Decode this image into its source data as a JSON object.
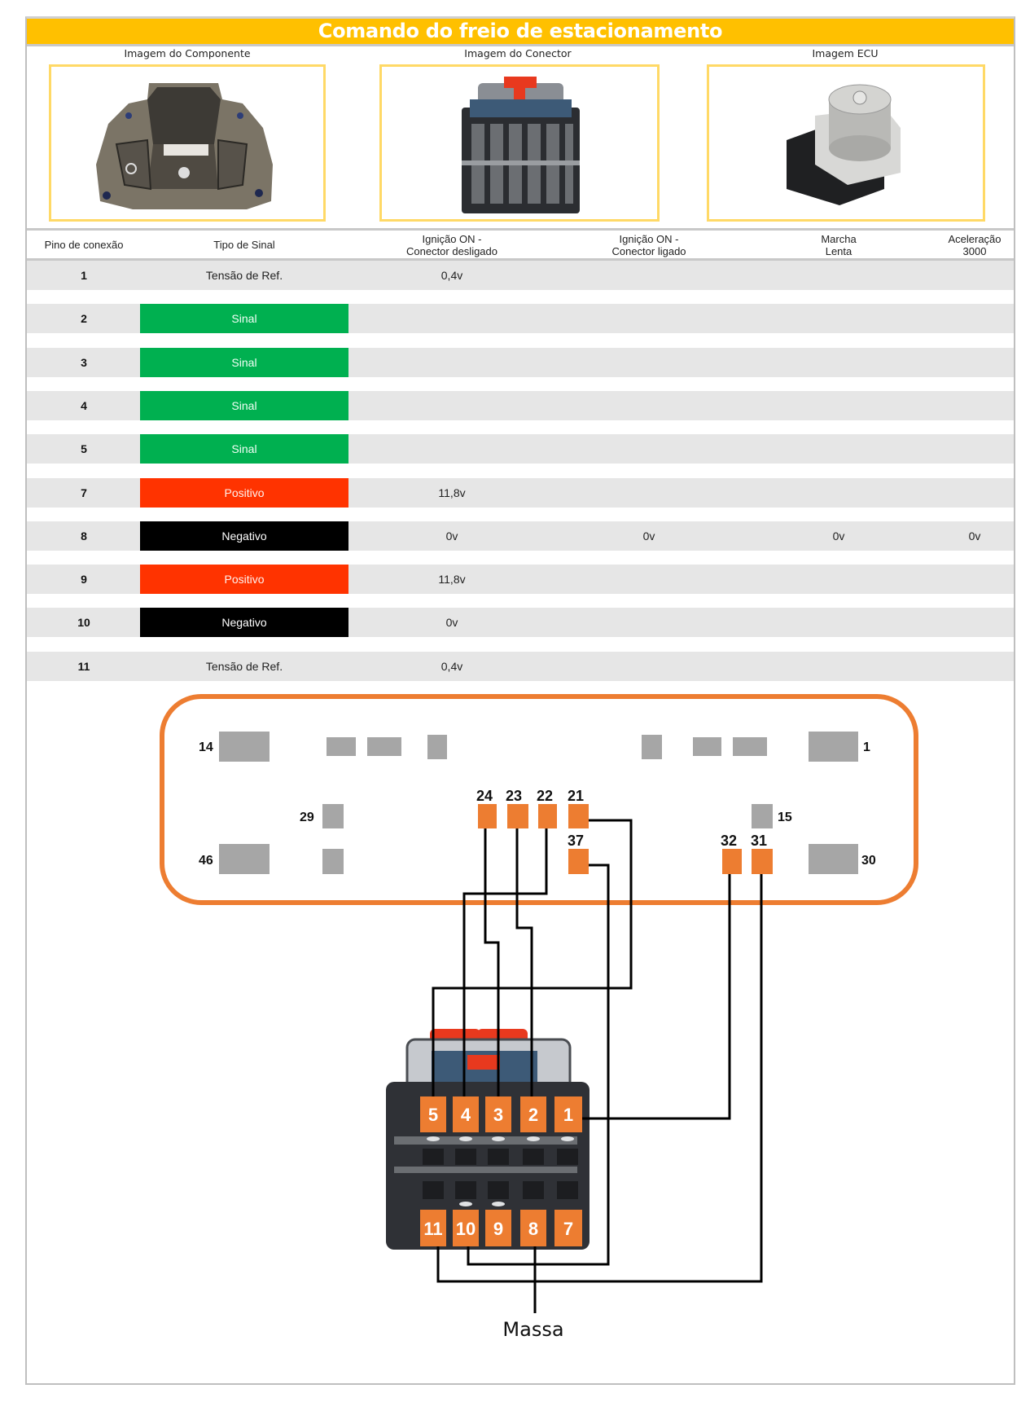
{
  "title": "Comando do freio de estacionamento",
  "images": [
    {
      "label": "Imagem do Componente",
      "content": "parking-brake-switch-photo"
    },
    {
      "label": "Imagem do Conector",
      "content": "connector-photo"
    },
    {
      "label": "Imagem ECU",
      "content": "abs-ecu-photo"
    }
  ],
  "table": {
    "headers": {
      "pin": "Pino de conexão",
      "signal_type": "Tipo de Sinal",
      "ign_on_disc_1": "Ignição ON -",
      "ign_on_disc_2": "Conector desligado",
      "ign_on_conn_1": "Ignição ON -",
      "ign_on_conn_2": "Conector ligado",
      "idle_1": "Marcha",
      "idle_2": "Lenta",
      "accel_1": "Aceleração",
      "accel_2": "3000"
    },
    "rows": [
      {
        "pin": "1",
        "type": "Tensão de Ref.",
        "style": "plain",
        "ign_off": "0,4v",
        "ign_on": "",
        "idle": "",
        "accel": ""
      },
      {
        "pin": "2",
        "type": "Sinal",
        "style": "green",
        "ign_off": "",
        "ign_on": "",
        "idle": "",
        "accel": ""
      },
      {
        "pin": "3",
        "type": "Sinal",
        "style": "green",
        "ign_off": "",
        "ign_on": "",
        "idle": "",
        "accel": ""
      },
      {
        "pin": "4",
        "type": "Sinal",
        "style": "green",
        "ign_off": "",
        "ign_on": "",
        "idle": "",
        "accel": ""
      },
      {
        "pin": "5",
        "type": "Sinal",
        "style": "green",
        "ign_off": "",
        "ign_on": "",
        "idle": "",
        "accel": ""
      },
      {
        "pin": "7",
        "type": "Positivo",
        "style": "red",
        "ign_off": "11,8v",
        "ign_on": "",
        "idle": "",
        "accel": ""
      },
      {
        "pin": "8",
        "type": "Negativo",
        "style": "black",
        "ign_off": "0v",
        "ign_on": "0v",
        "idle": "0v",
        "accel": "0v"
      },
      {
        "pin": "9",
        "type": "Positivo",
        "style": "red",
        "ign_off": "11,8v",
        "ign_on": "",
        "idle": "",
        "accel": ""
      },
      {
        "pin": "10",
        "type": "Negativo",
        "style": "black",
        "ign_off": "0v",
        "ign_on": "",
        "idle": "",
        "accel": ""
      },
      {
        "pin": "11",
        "type": "Tensão de Ref.",
        "style": "plain",
        "ign_off": "0,4v",
        "ign_on": "",
        "idle": "",
        "accel": ""
      }
    ]
  },
  "colors": {
    "header": "#FFC000",
    "image_border": "#FFD966",
    "signal": "#00B050",
    "positive": "#FF3300",
    "negative": "#000000",
    "ecu_outline": "#ED7D31",
    "used_pin": "#ED7D31",
    "unused_pin": "#A6A6A6",
    "wire": "#000000"
  },
  "diagram": {
    "ecu_pin_labels": {
      "p14": "14",
      "p1": "1",
      "p29": "29",
      "p15": "15",
      "p46": "46",
      "p30": "30",
      "p24": "24",
      "p23": "23",
      "p22": "22",
      "p21": "21",
      "p37": "37",
      "p32": "32",
      "p31": "31"
    },
    "component_pin_labels": {
      "c1": "1",
      "c2": "2",
      "c3": "3",
      "c4": "4",
      "c5": "5",
      "c7": "7",
      "c8": "8",
      "c9": "9",
      "c10": "10",
      "c11": "11"
    },
    "ground_label": "Massa",
    "connections": [
      {
        "ecu_pin": "21",
        "component_pin": "5"
      },
      {
        "ecu_pin": "22",
        "component_pin": "4"
      },
      {
        "ecu_pin": "24",
        "component_pin": "3"
      },
      {
        "ecu_pin": "23",
        "component_pin": "2"
      },
      {
        "ecu_pin": "32",
        "component_pin": "1"
      },
      {
        "ecu_pin": "37",
        "component_pin": "10"
      },
      {
        "ecu_pin": "31",
        "component_pin": "11"
      },
      {
        "ecu_pin": "Massa",
        "component_pin": "8"
      }
    ]
  }
}
